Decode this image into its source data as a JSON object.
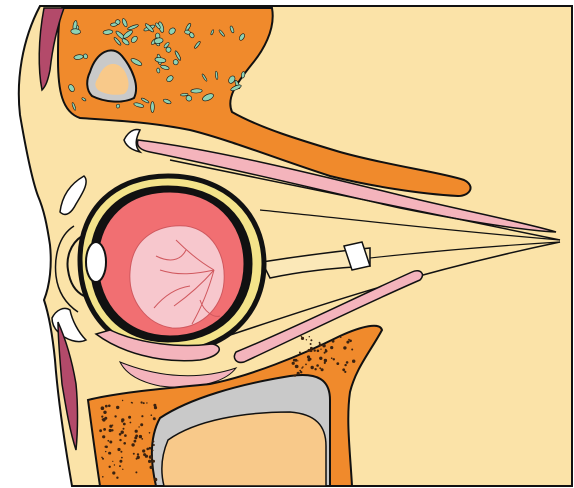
{
  "figure": {
    "subject": "eye-orbit-sagittal-section",
    "has_text_labels": false
  },
  "colors": {
    "background": "#ffffff",
    "soft_tissue": "#fbe3a8",
    "bone": "#f08a2c",
    "orbital_fat": "#fbe8b8",
    "sinus_cavity": "#c9c9c9",
    "sinus_fill": "#f8c98a",
    "ethmoid_cells": "#8fd2b4",
    "muscle_pink": "#f4b4bc",
    "vitreous": "#f16f72",
    "optic_disc_region": "#f7c7cd",
    "blood_vessels": "#d0585e",
    "lens": "#ffffff",
    "eyelid_skin_stripe": "#b34a6a",
    "conjunctiva": "#ffffff",
    "outline": "#111111",
    "sclera_yellow": "#f3e38a"
  },
  "structures": [
    "soft-tissue",
    "frontal-bone",
    "frontal-sinus",
    "ethmoid-air-cells",
    "upper-eyelid",
    "lower-eyelid",
    "orbital-fat",
    "superior-rectus-muscle",
    "levator-palpebrae-muscle",
    "inferior-rectus-muscle",
    "inferior-oblique-muscle",
    "eyeball",
    "sclera",
    "choroid",
    "vitreous-body",
    "retina",
    "lens",
    "cornea",
    "optic-nerve",
    "orbital-floor",
    "maxillary-sinus",
    "maxilla-bone"
  ]
}
